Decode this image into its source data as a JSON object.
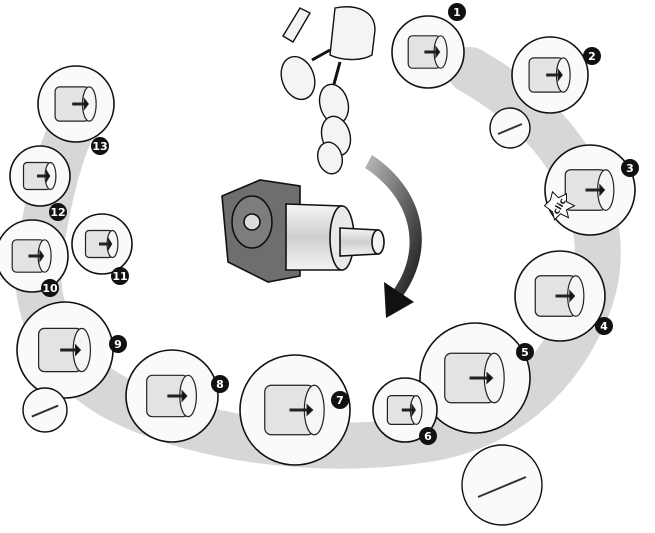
{
  "diagram": {
    "steps": [
      {
        "number": "1"
      },
      {
        "number": "2"
      },
      {
        "number": "3",
        "callout": "clic"
      },
      {
        "number": "4"
      },
      {
        "number": "5"
      },
      {
        "number": "6"
      },
      {
        "number": "7"
      },
      {
        "number": "8"
      },
      {
        "number": "9"
      },
      {
        "number": "10"
      },
      {
        "number": "11"
      },
      {
        "number": "12"
      },
      {
        "number": "13"
      }
    ],
    "center_icon": "assembled-accessory-unit",
    "arrow_direction": "clockwise",
    "colors": {
      "path": "#d3d3d3",
      "line": "#111111",
      "badge": "#111111",
      "unit_body": "#6e6e6e",
      "unit_light": "#e9e9e9"
    }
  }
}
